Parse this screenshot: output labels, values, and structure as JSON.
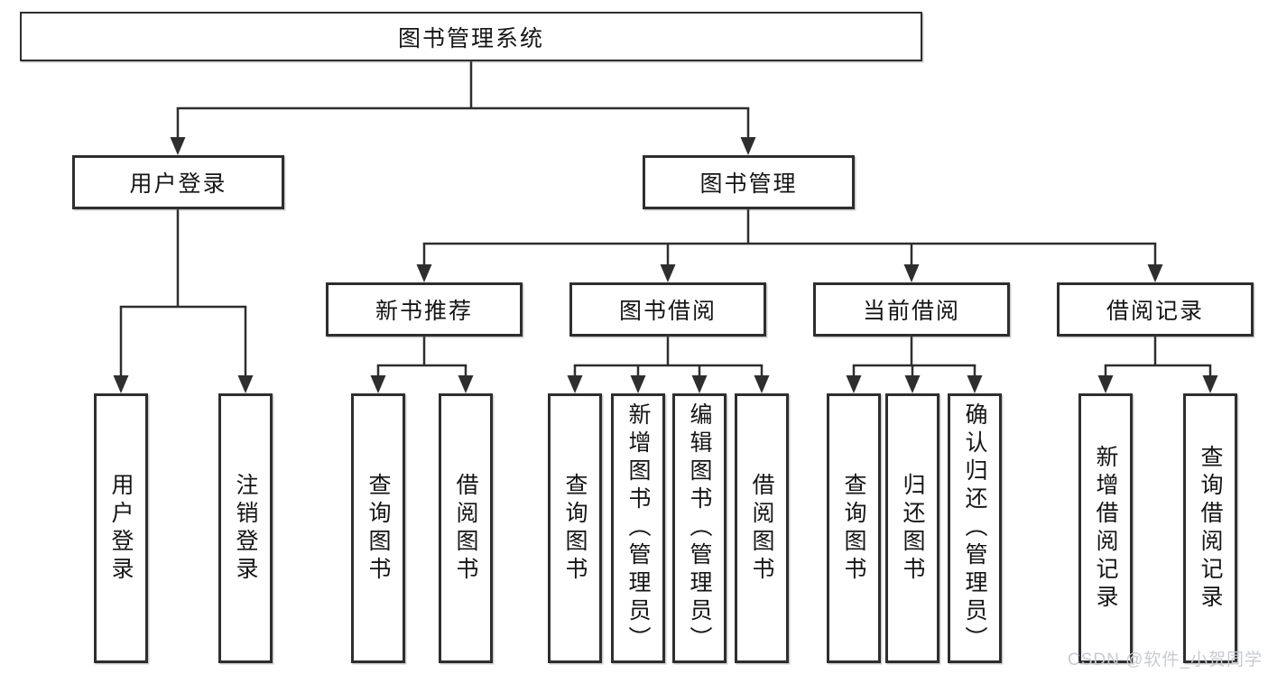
{
  "diagram": {
    "root": "图书管理系统",
    "user_login": {
      "label": "用户登录",
      "children": [
        "用户登录",
        "注销登录"
      ]
    },
    "book_manage": {
      "label": "图书管理",
      "sections": [
        {
          "label": "新书推荐",
          "children": [
            "查询图书",
            "借阅图书"
          ]
        },
        {
          "label": "图书借阅",
          "children": [
            "查询图书",
            "新增图书（管理员）",
            "编辑图书（管理员）",
            "借阅图书"
          ]
        },
        {
          "label": "当前借阅",
          "children": [
            "查询图书",
            "归还图书",
            "确认归还（管理员）"
          ]
        },
        {
          "label": "借阅记录",
          "children": [
            "新增借阅记录",
            "查询借阅记录"
          ]
        }
      ]
    },
    "watermark": "CSDN @软件_小贺同学",
    "colors": {
      "line": "#2e2e2e",
      "text": "#151515",
      "background": "#ffffff",
      "watermark": "#c8cbd2"
    }
  }
}
